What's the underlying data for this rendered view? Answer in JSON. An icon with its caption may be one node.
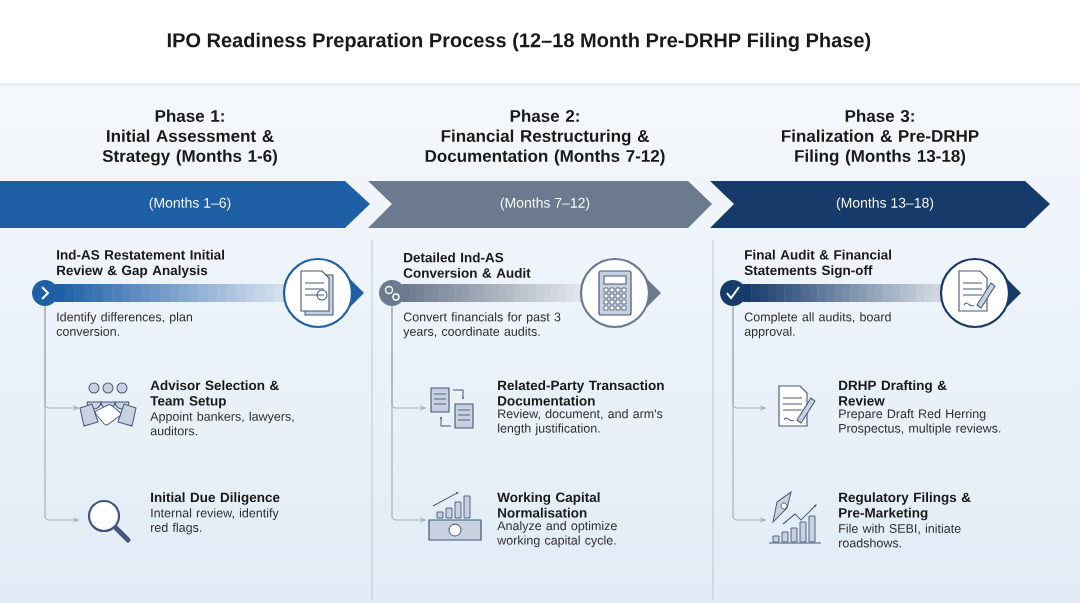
{
  "diagram": {
    "title": "IPO Readiness Preparation Process (12–18 Month Pre-DRHP Filing Phase)",
    "nodes": [
      {
        "text": [
          "Phase 1:",
          "Initial Assessment & Strategy (Months 1-6)",
          "(Months 1–6)"
        ]
      },
      {
        "text": [
          "Ind-AS Restatement Initial Review & Gap Analysis",
          "Identify differences, plan conversion."
        ]
      },
      {
        "text": [
          "Advisor Selection & Team Setup",
          "Appoint bankers, lawyers, auditors."
        ]
      },
      {
        "text": [
          "Initial Due Diligence",
          "Internal review, identify red flags."
        ]
      },
      {
        "text": [
          "Phase 2:",
          "Financial Restructuring & Documentation (Months 7-12)",
          "(Months 7–12)"
        ]
      },
      {
        "text": [
          "Detailed Ind-AS Conversion & Audit",
          "Convert financials for past 3 years, coordinate audits."
        ]
      },
      {
        "text": [
          "Related-Party Transaction Documentation",
          "Review, document, and arm's length justification."
        ]
      },
      {
        "text": [
          "Working Capital Normalisation",
          "Analyze and optimize working capital cycle."
        ]
      },
      {
        "text": [
          "Phase 3:",
          "Finalization & Pre-DRHP Filing (Months 13-18)",
          "(Months 13–18)"
        ]
      },
      {
        "text": [
          "Final Audit & Financial Statements Sign-off",
          "Complete all audits, board approval."
        ]
      },
      {
        "text": [
          "DRHP Drafting & Review",
          "Prepare Draft Red Herring Prospectus, multiple reviews."
        ]
      },
      {
        "text": [
          "Regulatory Filings & Pre-Marketing",
          "File with SEBI, initiate roadshows."
        ]
      }
    ],
    "edges": [
      {
        "from": 1,
        "to": 2,
        "arrow": "to"
      },
      {
        "from": 1,
        "to": 3,
        "arrow": "to"
      },
      {
        "from": 5,
        "to": 6,
        "arrow": "to"
      },
      {
        "from": 5,
        "to": 7,
        "arrow": "to"
      },
      {
        "from": 9,
        "to": 10,
        "arrow": "to"
      },
      {
        "from": 9,
        "to": 11,
        "arrow": "to"
      }
    ]
  }
}
